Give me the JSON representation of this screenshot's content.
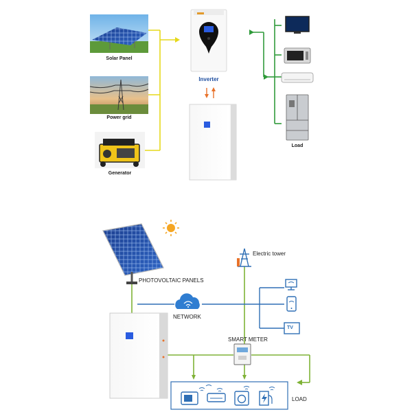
{
  "top": {
    "sources": [
      {
        "id": "solar",
        "label": "Solar Panel"
      },
      {
        "id": "grid",
        "label": "Power grid"
      },
      {
        "id": "generator",
        "label": "Generator"
      }
    ],
    "inverter": {
      "label": "Inverter"
    },
    "load": {
      "label": "Load"
    }
  },
  "bottom": {
    "pv_label": "PHOTOVOLTAIC PANELS",
    "tower_label": "Electric tower",
    "network_label": "NETWORK",
    "meter_label": "SMART METER",
    "load_label": "LOAD",
    "tv_text": "TV"
  },
  "colors": {
    "yellow_line": "#e6d91a",
    "green_line": "#2f9a3a",
    "blue_line": "#2f6fb5",
    "bottom_green": "#7fb236",
    "arrow_orange": "#e8722a"
  }
}
